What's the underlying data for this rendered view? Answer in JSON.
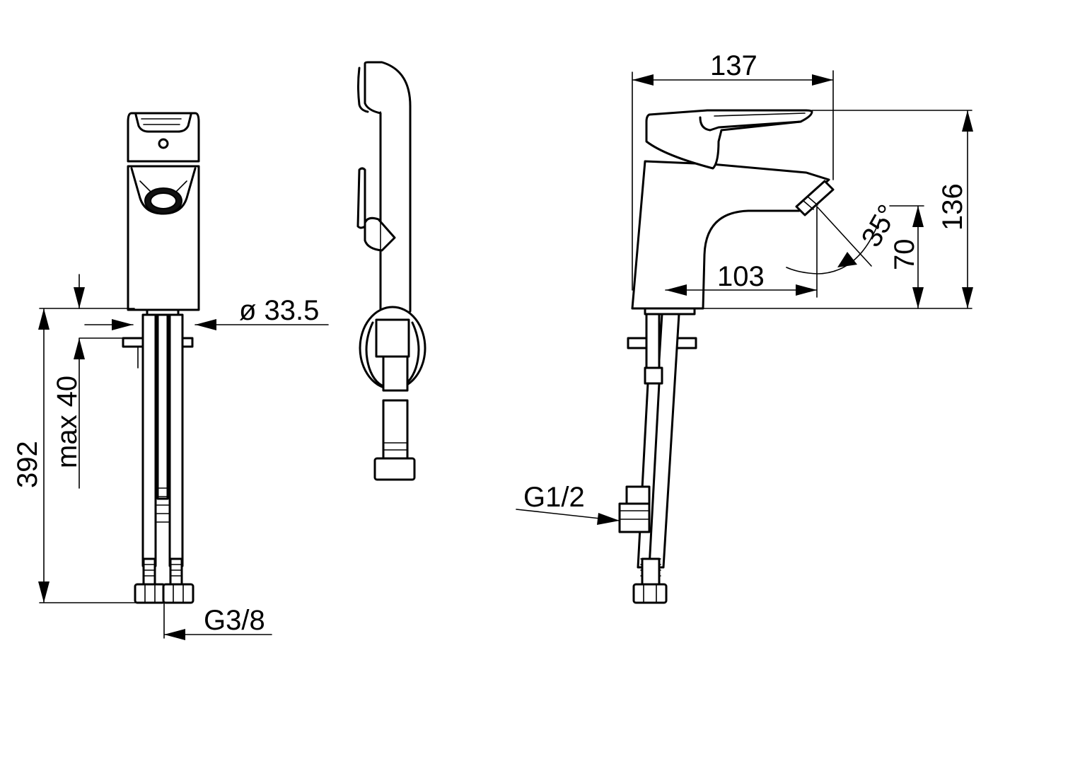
{
  "dimensions": {
    "width_137": "137",
    "height_136": "136",
    "height_70": "70",
    "reach_103": "103",
    "angle_35": "35°",
    "diameter": "ø 33.5",
    "max_40": "max 40",
    "hose_392": "392",
    "thread_g38": "G3/8",
    "thread_g12": "G1/2"
  },
  "views": [
    "front-view",
    "handle-end-view",
    "side-view"
  ]
}
